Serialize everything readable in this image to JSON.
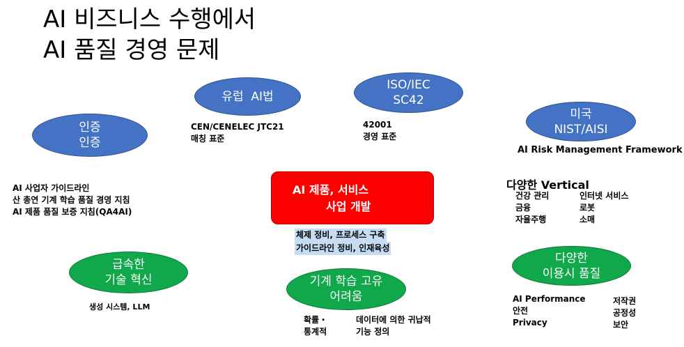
{
  "title": {
    "line1": "AI 비즈니스 수행에서",
    "line2": "AI 품질 경영 문제"
  },
  "ellipses": {
    "certification": {
      "line1": "인증",
      "line2": "인증"
    },
    "eu_ai_act": {
      "line1": "유럽  AI법"
    },
    "iso_iec": {
      "line1": "ISO/IEC",
      "line2": "SC42"
    },
    "us_nist": {
      "line1": "미국",
      "line2": "NIST/AISI"
    },
    "rapid_tech": {
      "line1": "급속한",
      "line2": "기술 혁신"
    },
    "ml_difficulty": {
      "line1": "기계 학습 고유",
      "line2": "어려움"
    },
    "usage_quality": {
      "line1": "다양한",
      "line2": "이용시 품질"
    }
  },
  "center": {
    "line1": "AI 제품, 서비스",
    "line2": "사업 개발",
    "sub1": "체제 정비, 프로세스 구축",
    "sub2": "가이드라인 정비, 인재육성"
  },
  "notes": {
    "eu": {
      "line1": "CEN/CENELEC JTC21",
      "line2": "매칭 표준"
    },
    "iso": {
      "line1": "42001",
      "line2": "경영 표준"
    },
    "nist": {
      "line1": "AI Risk Management Framework"
    },
    "guidelines": {
      "line1": "AI 사업자 가이드라인",
      "line2": "산 총연 기계 학습 품질 경영 지침",
      "line3": "AI 제품 품질 보증 지침(QA4AI)"
    },
    "vertical": {
      "title": "다양한 Vertical",
      "col1": [
        "건강 관리",
        "금융",
        "자율주행"
      ],
      "col2": [
        "인터넷 서비스",
        "로봇",
        "소매"
      ]
    },
    "genai": {
      "line1": "생성 시스템, LLM"
    },
    "ml_detail": {
      "col1": [
        "확률・",
        "통계적"
      ],
      "col2": [
        "데이터에 의한 귀납적",
        "기능 정의"
      ]
    },
    "quality": {
      "col1": [
        "AI Performance",
        "안전",
        "Privacy"
      ],
      "col2": [
        "저작권",
        "공정성",
        "보안"
      ]
    }
  },
  "colors": {
    "blue_ellipse": "#4472C4",
    "green_ellipse": "#10A84A",
    "center_box": "#FF0000",
    "highlight": "#C5DDF2"
  }
}
